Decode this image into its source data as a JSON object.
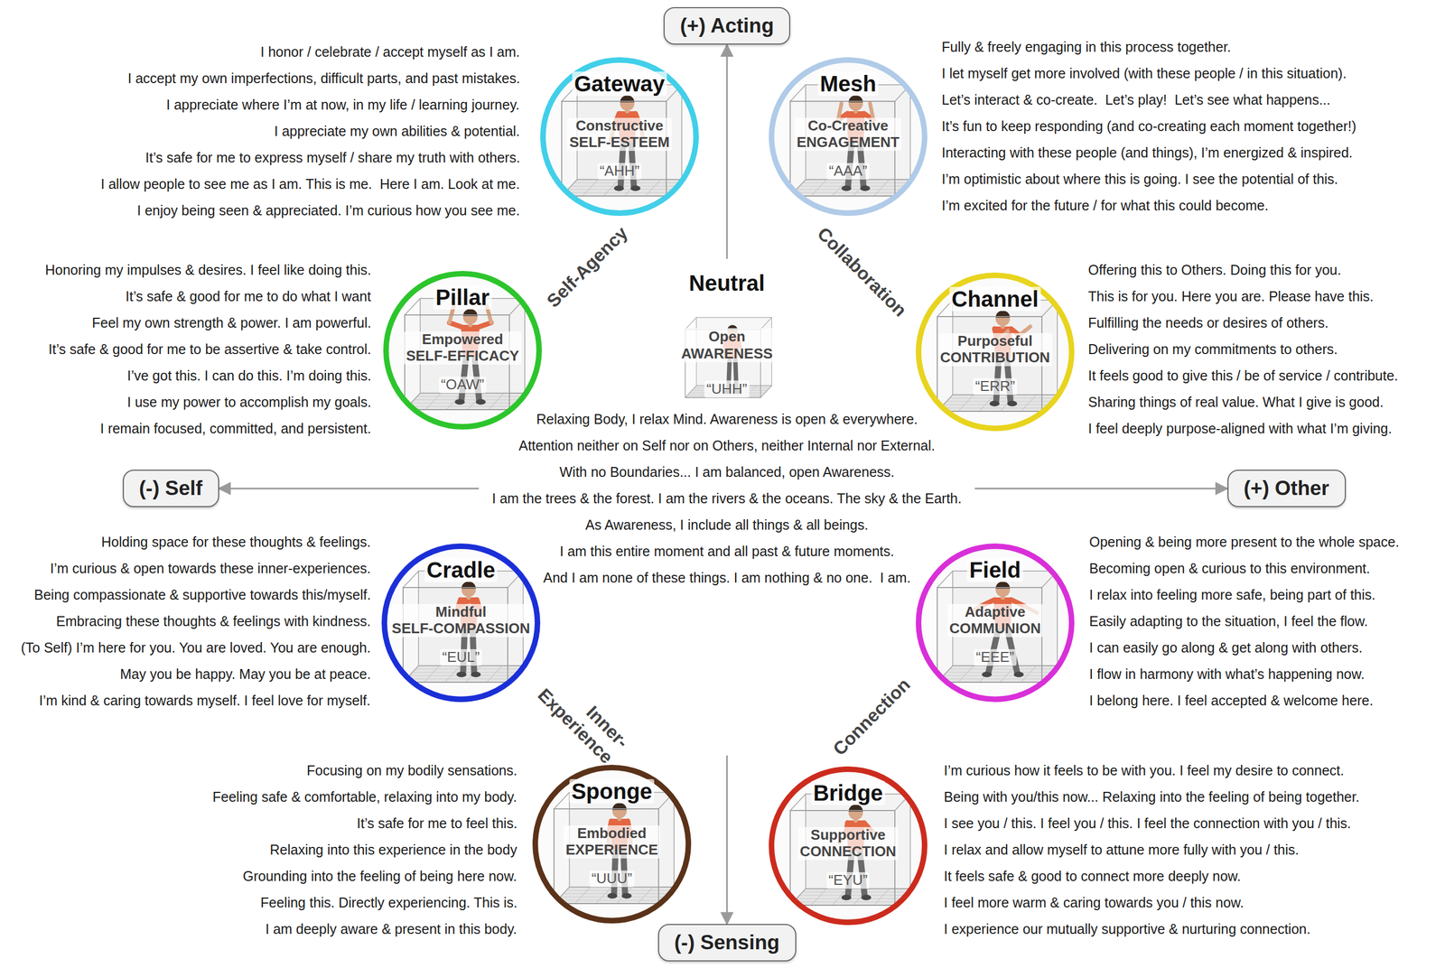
{
  "diagram": {
    "nodes": [
      {
        "text": [
          "(+) Acting"
        ]
      },
      {
        "text": [
          "Gateway",
          "Constructive SELF-ESTEEM",
          "“AHH”"
        ]
      },
      {
        "text": [
          "Mesh",
          "Co-Creative ENGAGEMENT",
          "“AAA”"
        ]
      },
      {
        "text": [
          "Pillar",
          "Empowered SELF-EFFICACY",
          "“OAW”"
        ]
      },
      {
        "text": [
          "Channel",
          "Purposeful CONTRIBUTION",
          "“ERR”"
        ]
      },
      {
        "text": [
          "(-) Self"
        ]
      },
      {
        "text": [
          "(+) Other"
        ]
      },
      {
        "text": [
          "Cradle",
          "Mindful SELF-COMPASSION",
          "“EUL”"
        ]
      },
      {
        "text": [
          "Field",
          "Adaptive COMMUNION",
          "“EEE”"
        ]
      },
      {
        "text": [
          "Sponge",
          "Embodied EXPERIENCE",
          "“UUU”"
        ]
      },
      {
        "text": [
          "Bridge",
          "Supportive CONNECTION",
          "“EYU”"
        ]
      },
      {
        "text": [
          "(-) Sensing"
        ]
      }
    ],
    "edges": [
      {
        "from": 0,
        "to": 11,
        "arrow": "both"
      },
      {
        "from": 5,
        "to": 6,
        "arrow": "both"
      }
    ],
    "labels": [
      "I honor / celebrate / accept myself as I am.",
      "I accept my own imperfections, difficult parts, and past mistakes.",
      "I appreciate where I’m at now, in my life / learning journey.",
      "I appreciate my own abilities & potential.",
      "It’s safe for me to express myself / share my truth with others.",
      "I allow people to see me as I am. This is me.  Here I am. Look at me.",
      "I enjoy being seen & appreciated. I’m curious how you see me.",
      "Fully & freely engaging in this process together.",
      "I let myself get more involved (with these people / in this situation).",
      "Let’s interact & co-create.  Let’s play!  Let’s see what happens...",
      "It’s fun to keep responding (and co-creating each moment together!)",
      "Interacting with these people (and things), I’m energized & inspired.",
      "I’m optimistic about where this is going. I see the potential of this.",
      "I’m excited for the future / for what this could become.",
      "Self-Agency",
      "Neutral",
      "Open AWARENESS",
      "“UHH”",
      "Collaboration",
      "Honoring my impulses & desires. I feel like doing this.",
      "It’s safe & good for me to do what I want",
      "Feel my own strength & power. I am powerful.",
      "It’s safe & good for me to be assertive & take control.",
      "I’ve got this. I can do this. I’m doing this.",
      "I use my power to accomplish my goals.",
      "I remain focused, committed, and persistent.",
      "Offering this to Others. Doing this for you.",
      "This is for you. Here you are. Please have this.",
      "Fulfilling the needs or desires of others.",
      "Delivering on my commitments to others.",
      "It feels good to give this / be of service / contribute.",
      "Sharing things of real value. What I give is good.",
      "I feel deeply purpose-aligned with what I’m giving.",
      "Relaxing Body, I relax Mind. Awareness is open & everywhere.",
      "Attention neither on Self nor on Others, neither Internal nor External.",
      "With no Boundaries... I am balanced, open Awareness.",
      "I am the trees & the forest. I am the rivers & the oceans. The sky & the Earth.",
      "As Awareness, I include all things & all beings.",
      "I am this entire moment and all past & future moments.",
      "And I am none of these things. I am nothing & no one.  I am.",
      "Holding space for these thoughts & feelings.",
      "I’m curious & open towards these inner-experiences.",
      "Being compassionate & supportive towards this/myself.",
      "Embracing these thoughts & feelings with kindness.",
      "(To Self) I’m here for you. You are loved. You are enough.",
      "May you be happy. May you be at peace.",
      "I’m kind & caring towards myself. I feel love for myself.",
      "Opening & being more present to the whole space.",
      "Becoming open & curious to this environment.",
      "I relax into feeling more safe, being part of this.",
      "Easily adapting to the situation, I feel the flow.",
      "I can easily go along & get along with others.",
      "I flow in harmony with what’s happening now.",
      "I belong here. I feel accepted & welcome here.",
      "Inner-Experience",
      "Connection",
      "Focusing on my bodily sensations.",
      "Feeling safe & comfortable, relaxing into my body.",
      "It’s safe for me to feel this.",
      "Relaxing into this experience in the body",
      "Grounding into the feeling of being here now.",
      "Feeling this. Directly experiencing. This is.",
      "I am deeply aware & present in this body.",
      "I’m curious how it feels to be with you. I feel my desire to connect.",
      "Being with you/this now... Relaxing into the feeling of being together.",
      "I see you / this. I feel you / this. I feel the connection with you / this.",
      "I relax and allow myself to attune more fully with you / this.",
      "It feels safe & good to connect more deeply now.",
      "I feel more warm & caring towards you / this now.",
      "I experience our mutually supportive & nurturing connection."
    ]
  }
}
